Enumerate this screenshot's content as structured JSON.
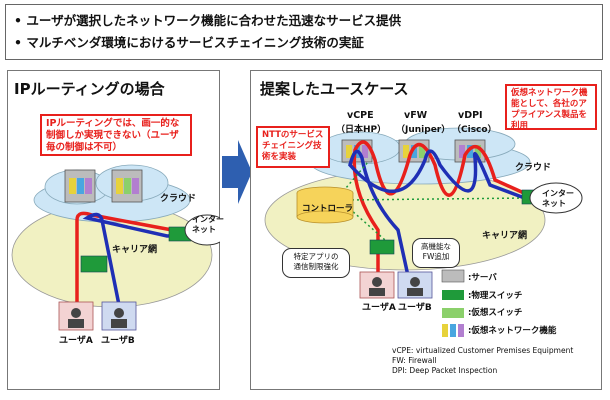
{
  "header": {
    "bullets": [
      "ユーザが選択したネットワーク機能に合わせた迅速なサービス提供",
      "マルチベンダ環境におけるサービスチェイニング技術の実証"
    ]
  },
  "left_panel": {
    "title": "IPルーティングの場合",
    "callout": "IPルーティングでは、画一的な制御しか実現できない（ユーザ毎の制御は不可）",
    "cloud_label": "クラウド",
    "internet_label": "インター\nネット",
    "carrier_label": "キャリア網",
    "users": [
      "ユーザA",
      "ユーザB"
    ]
  },
  "right_panel": {
    "title": "提案したユースケース",
    "vnfs": [
      {
        "name": "vCPE",
        "vendor": "（日本HP）"
      },
      {
        "name": "vFW",
        "vendor": "（Juniper）"
      },
      {
        "name": "vDPI",
        "vendor": "（Cisco）"
      }
    ],
    "callout_ntt": "NTTのサービスチェイニング技術を実装",
    "callout_vendor": "仮想ネットワーク機能として、各社のアプライアンス製品を利用",
    "controller_label": "コントローラ",
    "cloud_label": "クラウド",
    "internet_label": "インター\nネット",
    "carrier_label": "キャリア網",
    "speech_a": "特定アプリの\n通信制限強化",
    "speech_b": "高機能な\nFW追加",
    "users": [
      "ユーザA",
      "ユーザB"
    ],
    "legend": [
      {
        "label": ":サーバ",
        "icon": "server-icon"
      },
      {
        "label": ":物理スイッチ",
        "icon": "physical-switch-icon"
      },
      {
        "label": ":仮想スイッチ",
        "icon": "virtual-switch-icon"
      },
      {
        "label": ":仮想ネットワーク機能",
        "icon": "vnf-icon"
      }
    ],
    "footnotes": [
      "vCPE: virtualized Customer Premises Equipment",
      "FW: Firewall",
      "DPI: Deep Packet Inspection"
    ]
  },
  "colors": {
    "red": "#e8201c",
    "blue": "#1f2fb5",
    "green": "#1f9a3a",
    "cloud": "#cde6f6",
    "carrier": "#f1f1c2",
    "controller": "#f6d35a",
    "arrow": "#2e5fb0"
  }
}
